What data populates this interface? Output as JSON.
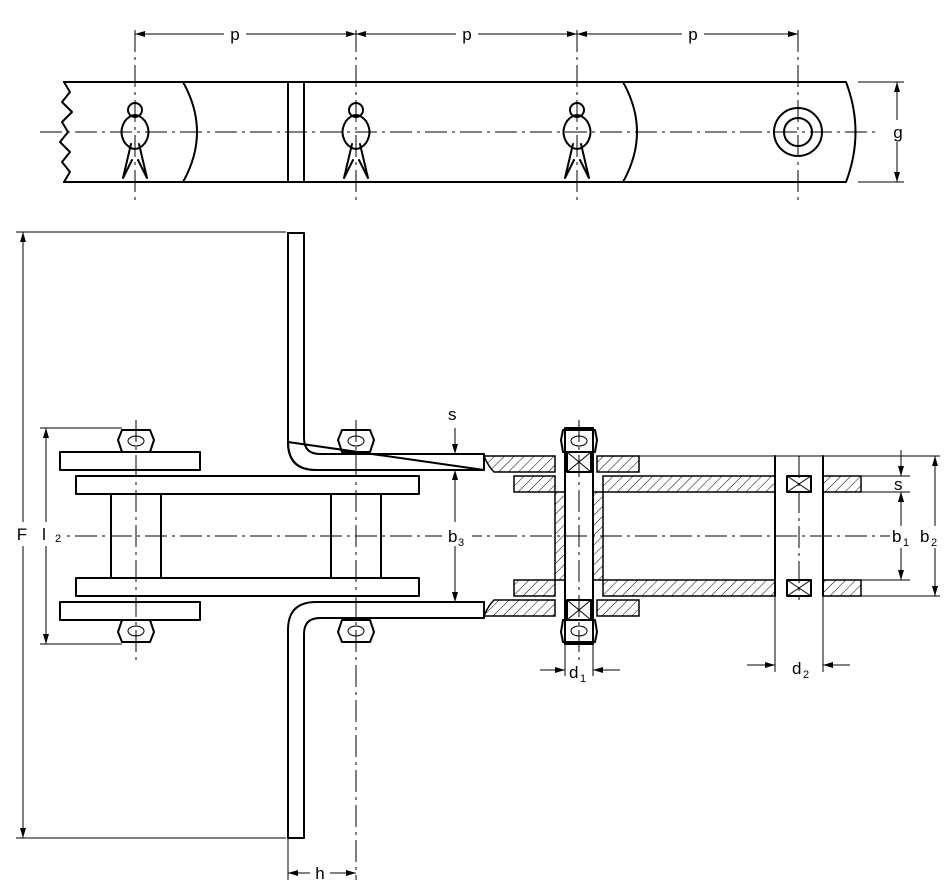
{
  "labels": {
    "pitch": "p",
    "plate_height": "g",
    "plate_thickness": "s",
    "flight_length": "F",
    "l": "l",
    "l_sub": "2",
    "b3": "b",
    "b3_sub": "3",
    "b1": "b",
    "b1_sub": "1",
    "b2": "b",
    "b2_sub": "2",
    "d1": "d",
    "d1_sub": "1",
    "d2": "d",
    "d2_sub": "2",
    "h": "h"
  }
}
